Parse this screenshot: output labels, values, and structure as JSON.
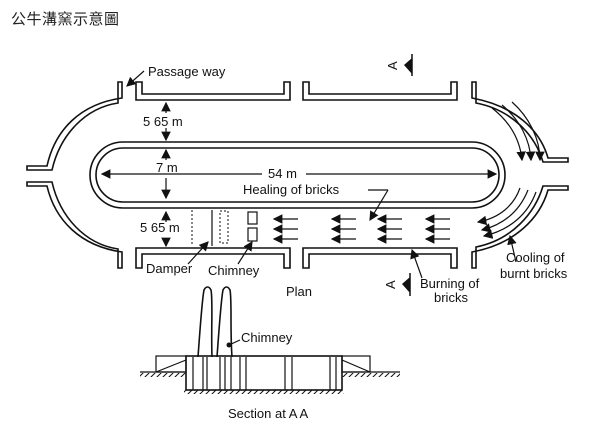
{
  "title": "公牛溝窯示意圖",
  "labels": {
    "passage_way": "Passage way",
    "dim_top": "5 65 m",
    "dim_width": "7 m",
    "dim_length": "54 m",
    "dim_bottom": "5 65 m",
    "heating": "Healing of bricks",
    "damper": "Damper",
    "chimney_plan": "Chimney",
    "plan": "Plan",
    "burning_line1": "Burning of",
    "burning_line2": "bricks",
    "cooling_line1": "Cooling of",
    "cooling_line2": "burnt bricks",
    "section_marker": "A",
    "chimney_section": "Chimney",
    "section_caption": "Section at A A"
  }
}
